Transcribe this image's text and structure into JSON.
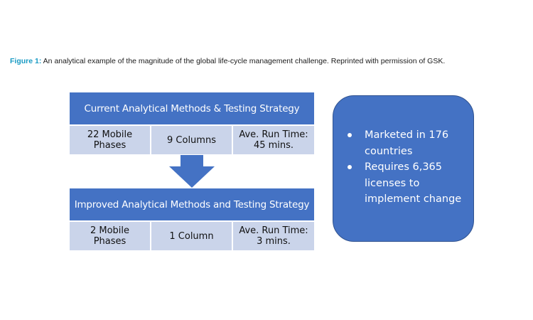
{
  "caption": {
    "label": "Figure 1:",
    "text": " An analytical example of the magnitude of the global life-cycle management challenge. Reprinted with permission of GSK."
  },
  "current": {
    "title": "Current Analytical Methods & Testing Strategy",
    "mobile_phases": "22 Mobile\nPhases",
    "columns": "9 Columns",
    "run_time": "Ave. Run Time:\n45 mins."
  },
  "improved": {
    "title": "Improved Analytical Methods and Testing Strategy",
    "mobile_phases": "2 Mobile\nPhases",
    "columns": "1 Column",
    "run_time": "Ave. Run Time:\n3 mins."
  },
  "info": {
    "bullets": [
      "Marketed in 176 countries",
      "Requires 6,365 licenses to implement change"
    ]
  },
  "colors": {
    "header_blue": "#4472c4",
    "cell_light": "#cad4ea",
    "caption_label": "#1a9bc4"
  }
}
